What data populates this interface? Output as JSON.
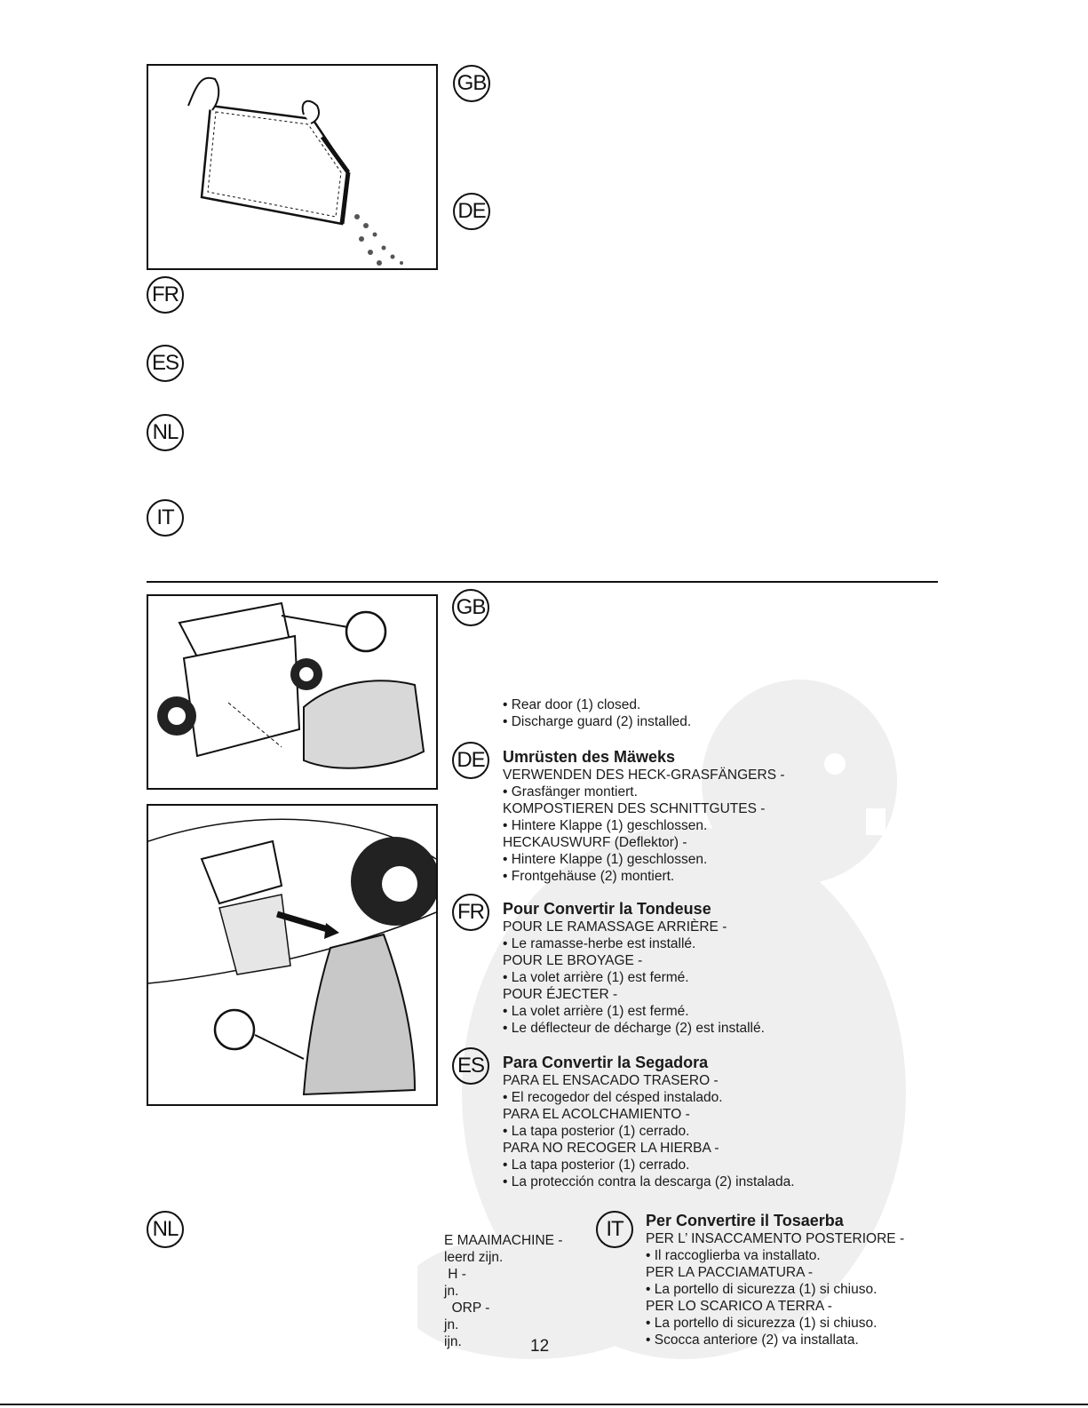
{
  "page": {
    "number": "12"
  },
  "badges": {
    "gb1": "GB",
    "de1": "DE",
    "fr1": "FR",
    "es1": "ES",
    "nl1": "NL",
    "it1": "IT",
    "gb2": "GB",
    "de2": "DE",
    "fr2": "FR",
    "es2": "ES",
    "nl2": "NL",
    "it2": "IT"
  },
  "gb": {
    "lines": [
      "•  Rear door (1) closed.",
      "•  Discharge guard (2) installed."
    ]
  },
  "de": {
    "title": "Umrüsten des Mäweks",
    "lines": [
      "VERWENDEN DES HECK-GRASFÄNGERS -",
      "• Grasfänger montiert.",
      "KOMPOSTIEREN DES SCHNITTGUTES -",
      "• Hintere Klappe (1) geschlossen.",
      "HECKAUSWURF (Deflektor) -",
      "• Hintere Klappe (1) geschlossen.",
      "• Frontgehäuse (2) montiert."
    ]
  },
  "fr": {
    "title": "Pour Convertir la Tondeuse",
    "lines": [
      "POUR LE RAMASSAGE ARRIÈRE -",
      "•  Le ramasse-herbe est installé.",
      "POUR LE BROYAGE -",
      "•  La volet arrière (1) est fermé.",
      "POUR ÉJECTER -",
      "•  La volet arrière (1) est fermé.",
      "•  Le déflecteur de décharge (2) est installé."
    ]
  },
  "es": {
    "title": "Para Convertir la Segadora",
    "lines": [
      "PARA EL ENSACADO TRASERO -",
      "•  El recogedor del césped instalado.",
      "PARA EL ACOLCHAMIENTO -",
      "•  La tapa posterior (1) cerrado.",
      "PARA NO RECOGER LA HIERBA -",
      "•  La tapa posterior (1) cerrado.",
      "•  La protección contra la descarga (2) instalada."
    ]
  },
  "nl": {
    "lines": [
      "E MAAIMACHINE -",
      "leerd zijn.",
      " H -",
      "jn.",
      "  ORP -",
      "jn.",
      "ijn."
    ]
  },
  "it": {
    "title": "Per Convertire il Tosaerba",
    "lines": [
      "PER L’ INSACCAMENTO POSTERIORE -",
      "• Il raccoglierba va installato.",
      "PER LA PACCIAMATURA -",
      "• La portello di sicurezza (1) si chiuso.",
      "PER LO SCARICO A TERRA -",
      "• La portello di sicurezza (1) si chiuso.",
      "• Scocca anteriore (2) va installata."
    ]
  }
}
